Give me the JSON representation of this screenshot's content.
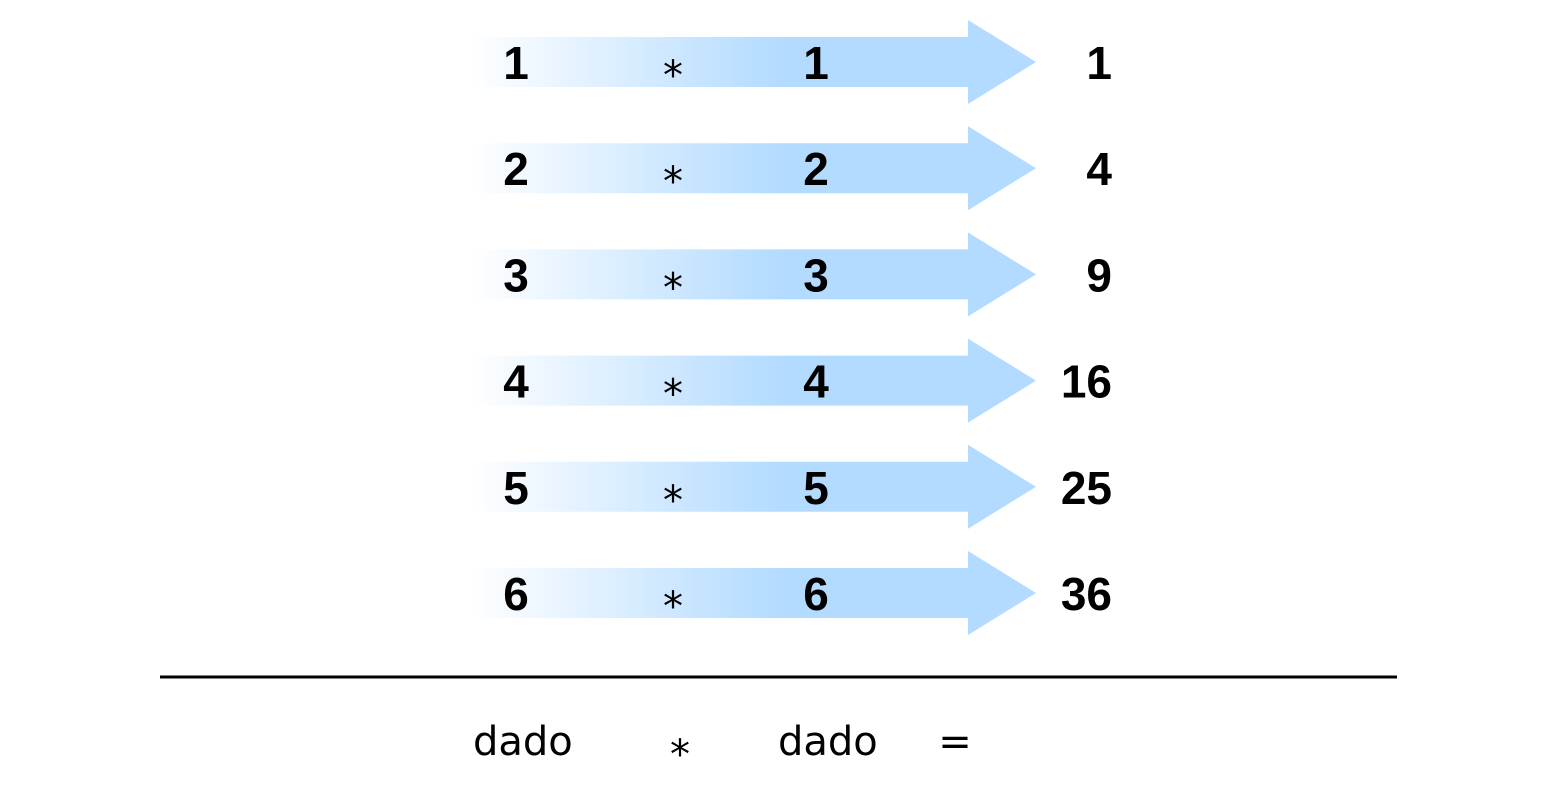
{
  "rows": [
    {
      "a": "1",
      "op": "*",
      "b": "1",
      "result": "1"
    },
    {
      "a": "2",
      "op": "*",
      "b": "2",
      "result": "4"
    },
    {
      "a": "3",
      "op": "*",
      "b": "3",
      "result": "9"
    },
    {
      "a": "4",
      "op": "*",
      "b": "4",
      "result": "16"
    },
    {
      "a": "5",
      "op": "*",
      "b": "5",
      "result": "25"
    },
    {
      "a": "6",
      "op": "*",
      "b": "6",
      "result": "36"
    }
  ],
  "footer": {
    "left": "dado",
    "op": "*",
    "right": "dado",
    "equals": "="
  },
  "colors": {
    "arrow_start": "#ffffff",
    "arrow_end": "#b3dbff",
    "text": "#000000"
  }
}
